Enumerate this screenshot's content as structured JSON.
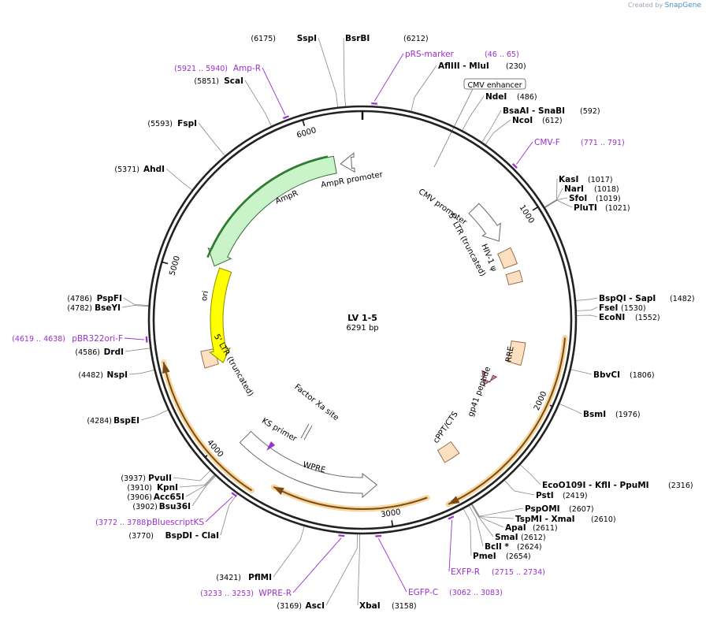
{
  "watermark": {
    "prefix": "Created by",
    "brand": "SnapGene"
  },
  "plasmid": {
    "name": "LV 1-5",
    "size": "6291 bp",
    "length": 6291
  },
  "ticks": [
    "1000",
    "2000",
    "3000",
    "4000",
    "5000",
    "6000"
  ],
  "enzymes": [
    {
      "name": "SspI",
      "pos": "6175"
    },
    {
      "name": "BsrBI",
      "pos": "6212"
    },
    {
      "name": "AflIII - MluI",
      "pos": "230"
    },
    {
      "name": "NdeI",
      "pos": "486"
    },
    {
      "name": "BsaAI - SnaBI",
      "pos": "592"
    },
    {
      "name": "NcoI",
      "pos": "612"
    },
    {
      "name": "KasI",
      "pos": "1017"
    },
    {
      "name": "NarI",
      "pos": "1018"
    },
    {
      "name": "SfoI",
      "pos": "1019"
    },
    {
      "name": "PluTI",
      "pos": "1021"
    },
    {
      "name": "BspQI - SapI",
      "pos": "1482"
    },
    {
      "name": "FseI",
      "pos": "1530"
    },
    {
      "name": "EcoNI",
      "pos": "1552"
    },
    {
      "name": "BbvCI",
      "pos": "1806"
    },
    {
      "name": "BsmI",
      "pos": "1976"
    },
    {
      "name": "EcoO109I - KflI - PpuMI",
      "pos": "2316"
    },
    {
      "name": "PstI",
      "pos": "2419"
    },
    {
      "name": "PspOMI",
      "pos": "2607"
    },
    {
      "name": "TspMI - XmaI",
      "pos": "2610"
    },
    {
      "name": "ApaI",
      "pos": "2611"
    },
    {
      "name": "SmaI",
      "pos": "2612"
    },
    {
      "name": "BclI *",
      "pos": "2624"
    },
    {
      "name": "PmeI",
      "pos": "2654"
    },
    {
      "name": "XbaI",
      "pos": "3158"
    },
    {
      "name": "AscI",
      "pos": "3169"
    },
    {
      "name": "PflMI",
      "pos": "3421"
    },
    {
      "name": "BspDI - ClaI",
      "pos": "3770"
    },
    {
      "name": "Bsu36I",
      "pos": "3902"
    },
    {
      "name": "Acc65I",
      "pos": "3906"
    },
    {
      "name": "KpnI",
      "pos": "3910"
    },
    {
      "name": "PvuII",
      "pos": "3937"
    },
    {
      "name": "BspEI",
      "pos": "4284"
    },
    {
      "name": "NspI",
      "pos": "4482"
    },
    {
      "name": "DrdI",
      "pos": "4586"
    },
    {
      "name": "BseYI",
      "pos": "4782"
    },
    {
      "name": "PspFI",
      "pos": "4786"
    },
    {
      "name": "AhdI",
      "pos": "5371"
    },
    {
      "name": "FspI",
      "pos": "5593"
    },
    {
      "name": "ScaI",
      "pos": "5851"
    }
  ],
  "primers": [
    {
      "name": "pRS-marker",
      "range": "(46 .. 65)"
    },
    {
      "name": "CMV-F",
      "range": "(771 .. 791)"
    },
    {
      "name": "EXFP-R",
      "range": "(2715 .. 2734)"
    },
    {
      "name": "EGFP-C",
      "range": "(3062 .. 3083)"
    },
    {
      "name": "WPRE-R",
      "range": "(3233 .. 3253)"
    },
    {
      "name": "pBluescriptKS",
      "range": "(3772 .. 3788)"
    },
    {
      "name": "pBR322ori-F",
      "range": "(4619 .. 4638)"
    },
    {
      "name": "Amp-R",
      "range": "(5921 .. 5940)"
    }
  ],
  "features": [
    {
      "name": "CMV enhancer"
    },
    {
      "name": "CMV promoter"
    },
    {
      "name": "5' LTR (truncated)"
    },
    {
      "name": "HIV-1 ψ"
    },
    {
      "name": "RRE"
    },
    {
      "name": "gp41 peptide"
    },
    {
      "name": "cPPT/CTS"
    },
    {
      "name": "WPRE"
    },
    {
      "name": "KS primer"
    },
    {
      "name": "Factor Xa site"
    },
    {
      "name": "5' LTR (truncated)"
    },
    {
      "name": "ori"
    },
    {
      "name": "AmpR"
    },
    {
      "name": "AmpR promoter"
    }
  ]
}
